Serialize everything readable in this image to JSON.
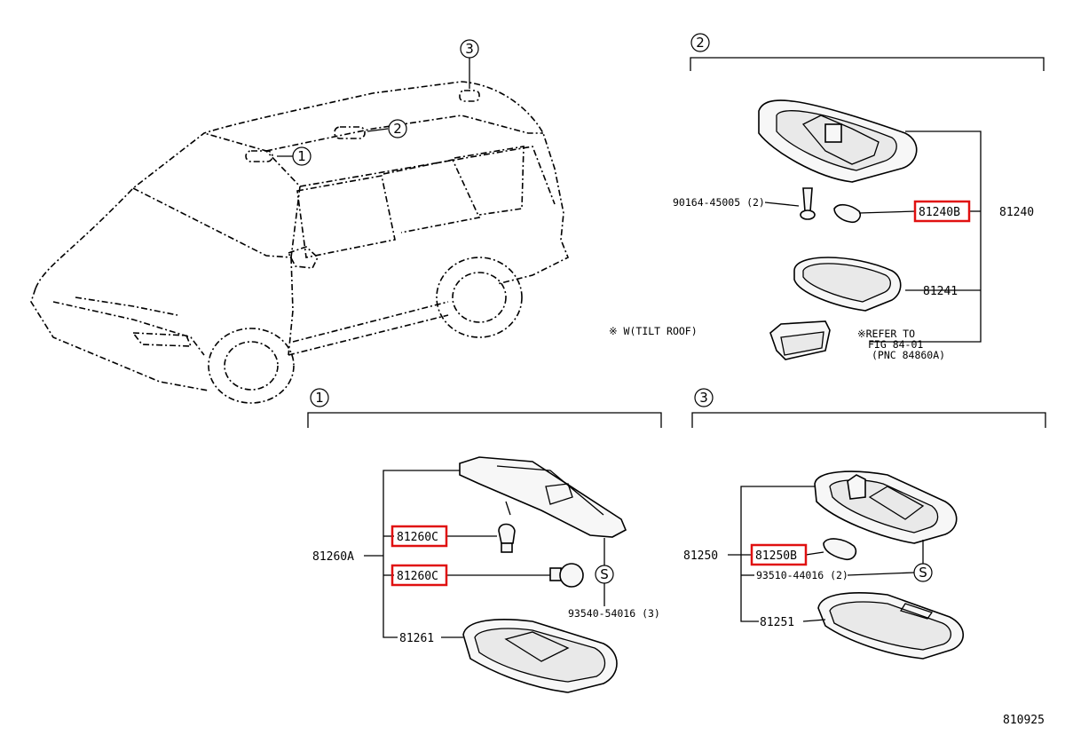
{
  "view_labels": [
    "①",
    "②",
    "③"
  ],
  "note_tilt_roof": "※ W(TILT ROOF)",
  "section_2": {
    "marker": "②",
    "parts": {
      "screw": "90164-45005 (2)",
      "bulb": "81240B",
      "assembly": "81240",
      "lens": "81241",
      "refer_line1": "※REFER TO",
      "refer_line2": "FIG 84-01",
      "refer_line3": "(PNC 84860A)"
    }
  },
  "section_1": {
    "marker": "①",
    "parts": {
      "bulb_a": "81260C",
      "bulb_b": "81260C",
      "assembly": "81260A",
      "lens": "81261",
      "screw": "93540-54016 (3)",
      "screw_symbol": "S"
    }
  },
  "section_3": {
    "marker": "③",
    "parts": {
      "assembly": "81250",
      "bulb": "81250B",
      "screw": "93510-44016 (2)",
      "lens": "81251",
      "screw_symbol": "S"
    }
  },
  "figure_number": "810925",
  "highlight_color": "#e01010"
}
